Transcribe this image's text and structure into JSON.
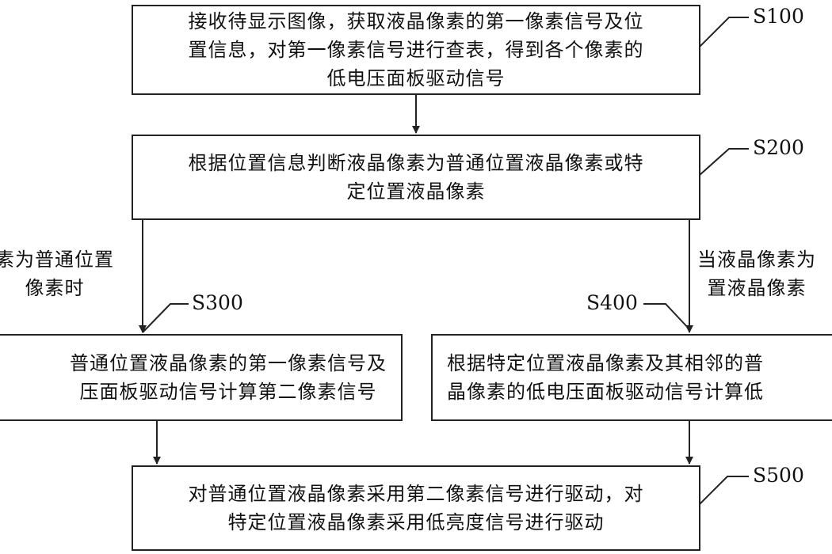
{
  "boxes": {
    "s100": "接收待显示图像，获取液晶像素的第一像素信号及位\n置信息，对第一像素信号进行查表，得到各个像素的\n低电压面板驱动信号",
    "s200": "根据位置信息判断液晶像素为普通位置液晶像素或特\n定位置液晶像素",
    "s300": "普通位置液晶像素的第一像素信号及\n压面板驱动信号计算第二像素信号",
    "s400": "根据特定位置液晶像素及其相邻的普\n晶像素的低电压面板驱动信号计算低",
    "s500": "对普通位置液晶像素采用第二像素信号进行驱动，对\n特定位置液晶像素采用低亮度信号进行驱动"
  },
  "step_labels": {
    "s100": "S100",
    "s200": "S200",
    "s300": "S300",
    "s400": "S400",
    "s500": "S500"
  },
  "conditions": {
    "left": "素为普通位置\n像素时",
    "right": "当液晶像素为\n置液晶像素"
  },
  "colors": {
    "line": "#222222",
    "text": "#111111",
    "background": "#ffffff"
  }
}
